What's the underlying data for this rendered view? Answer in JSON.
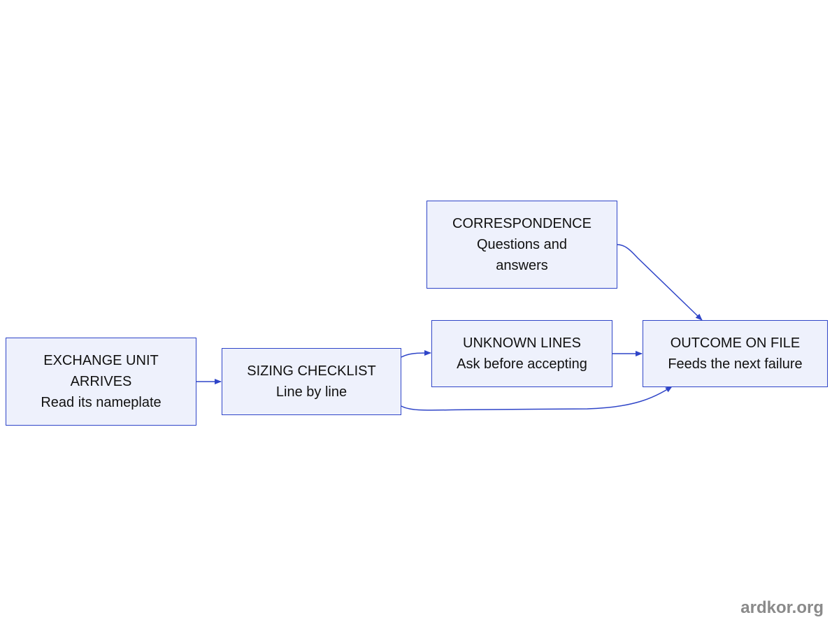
{
  "diagram": {
    "nodes": {
      "exchange": {
        "lines": [
          "EXCHANGE UNIT",
          "ARRIVES",
          "Read its nameplate"
        ]
      },
      "sizing": {
        "lines": [
          "SIZING CHECKLIST",
          "Line by line"
        ]
      },
      "unknown": {
        "lines": [
          "UNKNOWN LINES",
          "Ask before accepting"
        ]
      },
      "outcome": {
        "lines": [
          "OUTCOME ON FILE",
          "Feeds the next failure"
        ]
      },
      "correspondence": {
        "lines": [
          "CORRESPONDENCE",
          "Questions and",
          "answers"
        ]
      }
    },
    "edges": [
      {
        "from": "exchange",
        "to": "sizing"
      },
      {
        "from": "sizing",
        "to": "unknown"
      },
      {
        "from": "unknown",
        "to": "outcome"
      },
      {
        "from": "correspondence",
        "to": "outcome"
      },
      {
        "from": "sizing",
        "to": "outcome"
      }
    ],
    "colors": {
      "node_fill": "#eef1fc",
      "node_border": "#2f45c8",
      "edge": "#2f45c8",
      "text": "#111111"
    }
  },
  "watermark": "ardkor.org"
}
